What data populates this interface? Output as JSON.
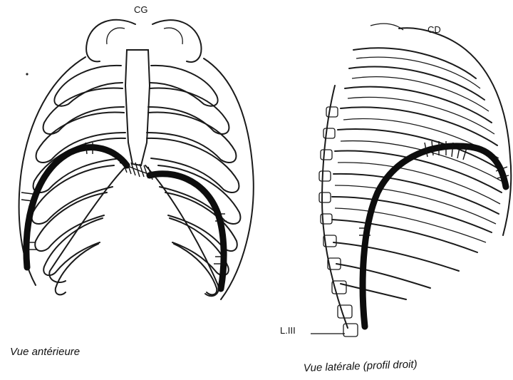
{
  "anterior": {
    "label_top": "CG",
    "caption": "Vue antérieure"
  },
  "lateral": {
    "label_top": "CD",
    "label_vertebra": "L.III",
    "caption": "Vue latérale (profil droit)"
  }
}
